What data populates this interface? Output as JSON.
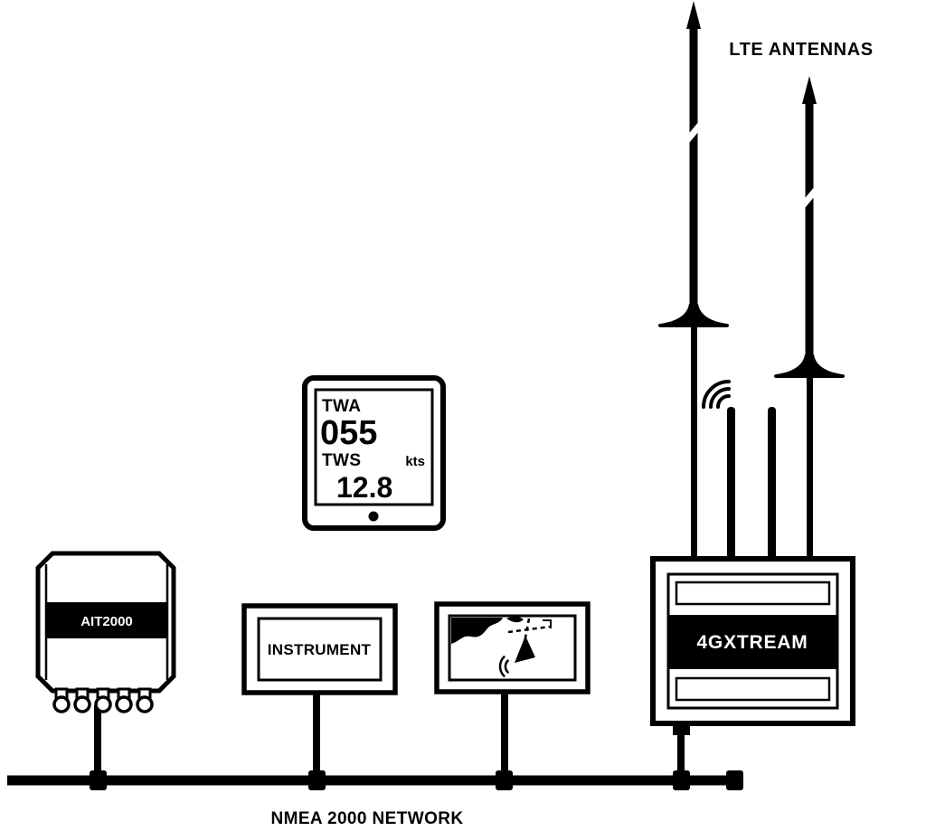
{
  "title": "Marine NMEA 2000 network diagram",
  "colors": {
    "ink": "#000000",
    "paper": "#ffffff"
  },
  "labels": {
    "lte_antennas": "LTE ANTENNAS",
    "nmea_network": "NMEA 2000 NETWORK"
  },
  "tablet": {
    "twa_label": "TWA",
    "twa_value": "055",
    "tws_label": "TWS",
    "tws_unit": "kts",
    "tws_value": "12.8"
  },
  "devices": {
    "ais_transponder": {
      "label": "AIT2000"
    },
    "instrument_display": {
      "label": "INSTRUMENT"
    },
    "router": {
      "label": "4GXTREAM"
    }
  },
  "icons": {
    "lte_antenna": "lte-antenna-icon",
    "wifi_signal": "wifi-signal-icon",
    "boat_target": "boat-target-icon",
    "map_land": "map-land-icon",
    "home_button": "home-button-dot",
    "t_connector": "t-connector-icon",
    "terminator": "terminator-icon"
  }
}
